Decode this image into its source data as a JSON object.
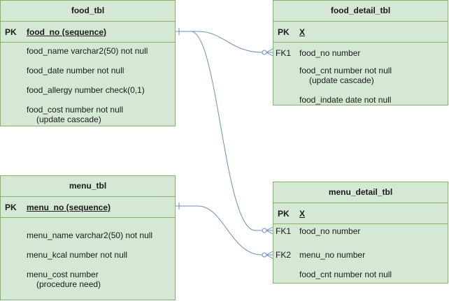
{
  "food_tbl": {
    "title": "food_tbl",
    "pk_label": "PK",
    "pk_field": "food_no (sequence)",
    "fields": [
      "food_name varchar2(50) not null",
      "food_date number not null",
      "food_allergy number check(0,1)",
      "food_cost number not null",
      "(update cascade)"
    ]
  },
  "food_detail_tbl": {
    "title": "food_detail_tbl",
    "pk_label": "PK",
    "pk_field": "X",
    "fk1_label": "FK1",
    "fields": [
      "food_no number",
      "food_cnt number not null",
      "(update cascade)",
      "food_indate date not null"
    ]
  },
  "menu_tbl": {
    "title": "menu_tbl",
    "pk_label": "PK",
    "pk_field": "menu_no (sequence)",
    "fields": [
      "menu_name varchar2(50) not null",
      "menu_kcal number not null",
      "menu_cost number",
      "(procedure need)"
    ]
  },
  "menu_detail_tbl": {
    "title": "menu_detail_tbl",
    "pk_label": "PK",
    "pk_field": "X",
    "fk1_label": "FK1",
    "fk2_label": "FK2",
    "fields": [
      "food_no number",
      "menu_no number",
      "food_cnt number not null"
    ]
  },
  "colors": {
    "table_fill": "#d5e8d4",
    "table_border": "#82b366",
    "connector": "#6c8ebf"
  }
}
